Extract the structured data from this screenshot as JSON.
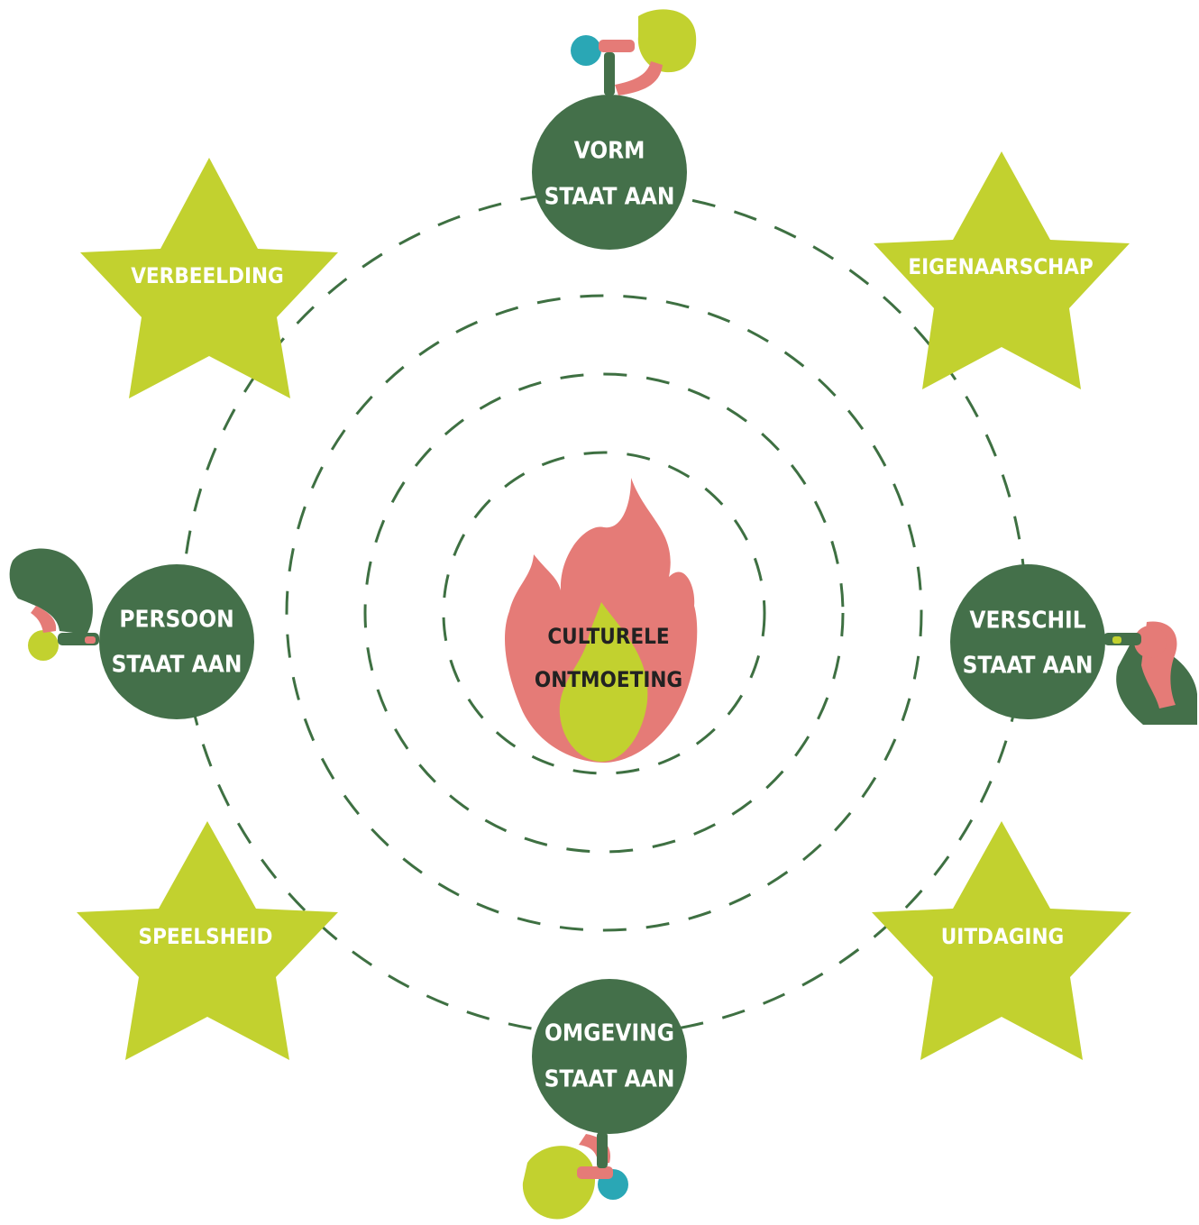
{
  "colors": {
    "dark_green": "#44704a",
    "lime": "#c2d12f",
    "coral": "#e57b77",
    "teal": "#2aa7b5",
    "ring": "#3e7042",
    "text_light": "#ffffff",
    "text_dark": "#222222"
  },
  "center": {
    "line1": "CULTURELE",
    "line2": "ONTMOETING"
  },
  "nodes": {
    "top": {
      "line1": "VORM",
      "line2": "STAAT AAN"
    },
    "right": {
      "line1": "VERSCHIL",
      "line2": "STAAT AAN"
    },
    "bottom": {
      "line1": "OMGEVING",
      "line2": "STAAT AAN"
    },
    "left": {
      "line1": "PERSOON",
      "line2": "STAAT AAN"
    }
  },
  "stars": {
    "top_left": "VERBEELDING",
    "top_right": "EIGENAARSCHAP",
    "bottom_left": "SPEELSHEID",
    "bottom_right": "UITDAGING"
  },
  "icons": {
    "center": "flame-icon",
    "figures": "person-with-binoculars-icon"
  }
}
